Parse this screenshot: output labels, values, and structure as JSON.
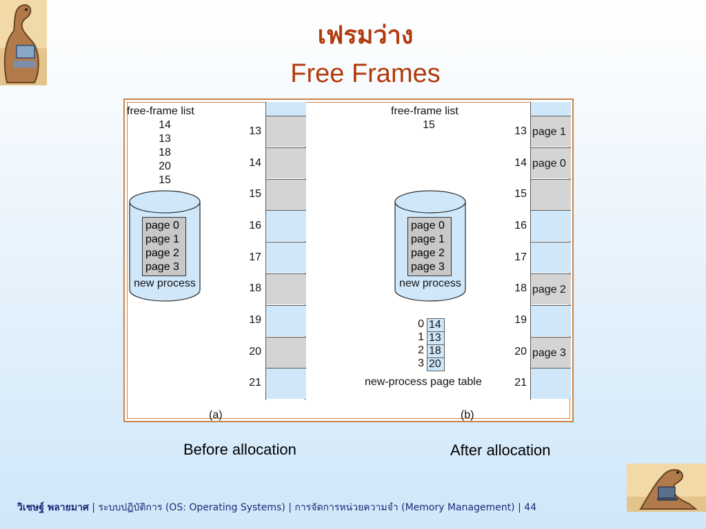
{
  "slide": {
    "title_thai": "เฟรมว่าง",
    "title_en": "Free Frames"
  },
  "figure": {
    "before": {
      "list_title": "free-frame list",
      "free_list": [
        "14",
        "13",
        "18",
        "20",
        "15"
      ],
      "disk_pages": [
        "page 0",
        "page 1",
        "page 2",
        "page 3"
      ],
      "disk_label": "new process",
      "frames": [
        {
          "num": "",
          "state": "free",
          "content": ""
        },
        {
          "num": "13",
          "state": "used",
          "content": ""
        },
        {
          "num": "14",
          "state": "used",
          "content": ""
        },
        {
          "num": "15",
          "state": "used",
          "content": ""
        },
        {
          "num": "16",
          "state": "free",
          "content": ""
        },
        {
          "num": "17",
          "state": "free",
          "content": ""
        },
        {
          "num": "18",
          "state": "used",
          "content": ""
        },
        {
          "num": "19",
          "state": "free",
          "content": ""
        },
        {
          "num": "20",
          "state": "used",
          "content": ""
        },
        {
          "num": "21",
          "state": "free",
          "content": ""
        }
      ],
      "sub_label": "(a)"
    },
    "after": {
      "list_title": "free-frame list",
      "free_list": [
        "15"
      ],
      "disk_pages": [
        "page 0",
        "page 1",
        "page 2",
        "page 3"
      ],
      "disk_label": "new process",
      "page_table": [
        {
          "index": "0",
          "frame": "14"
        },
        {
          "index": "1",
          "frame": "13"
        },
        {
          "index": "2",
          "frame": "18"
        },
        {
          "index": "3",
          "frame": "20"
        }
      ],
      "page_table_label": "new-process page table",
      "frames": [
        {
          "num": "",
          "state": "free",
          "content": ""
        },
        {
          "num": "13",
          "state": "used",
          "content": "page 1"
        },
        {
          "num": "14",
          "state": "used",
          "content": "page 0"
        },
        {
          "num": "15",
          "state": "used",
          "content": ""
        },
        {
          "num": "16",
          "state": "free",
          "content": ""
        },
        {
          "num": "17",
          "state": "free",
          "content": ""
        },
        {
          "num": "18",
          "state": "used",
          "content": "page 2"
        },
        {
          "num": "19",
          "state": "free",
          "content": ""
        },
        {
          "num": "20",
          "state": "used",
          "content": "page 3"
        },
        {
          "num": "21",
          "state": "free",
          "content": ""
        }
      ],
      "sub_label": "(b)"
    }
  },
  "captions": {
    "before": "Before allocation",
    "after": "After allocation"
  },
  "footer": {
    "author": "วิเชษฐ์ พลายมาศ",
    "sep1": "|",
    "course": "ระบบปฏิบัติการ (OS: Operating Systems)",
    "sep2": "|",
    "topic": "การจัดการหน่วยความจำ  (Memory Management)",
    "sep3": "|",
    "page": "44"
  },
  "icons": {
    "top_left": "dinosaur-reading-icon",
    "bottom_right": "dinosaur-laptop-icon"
  }
}
